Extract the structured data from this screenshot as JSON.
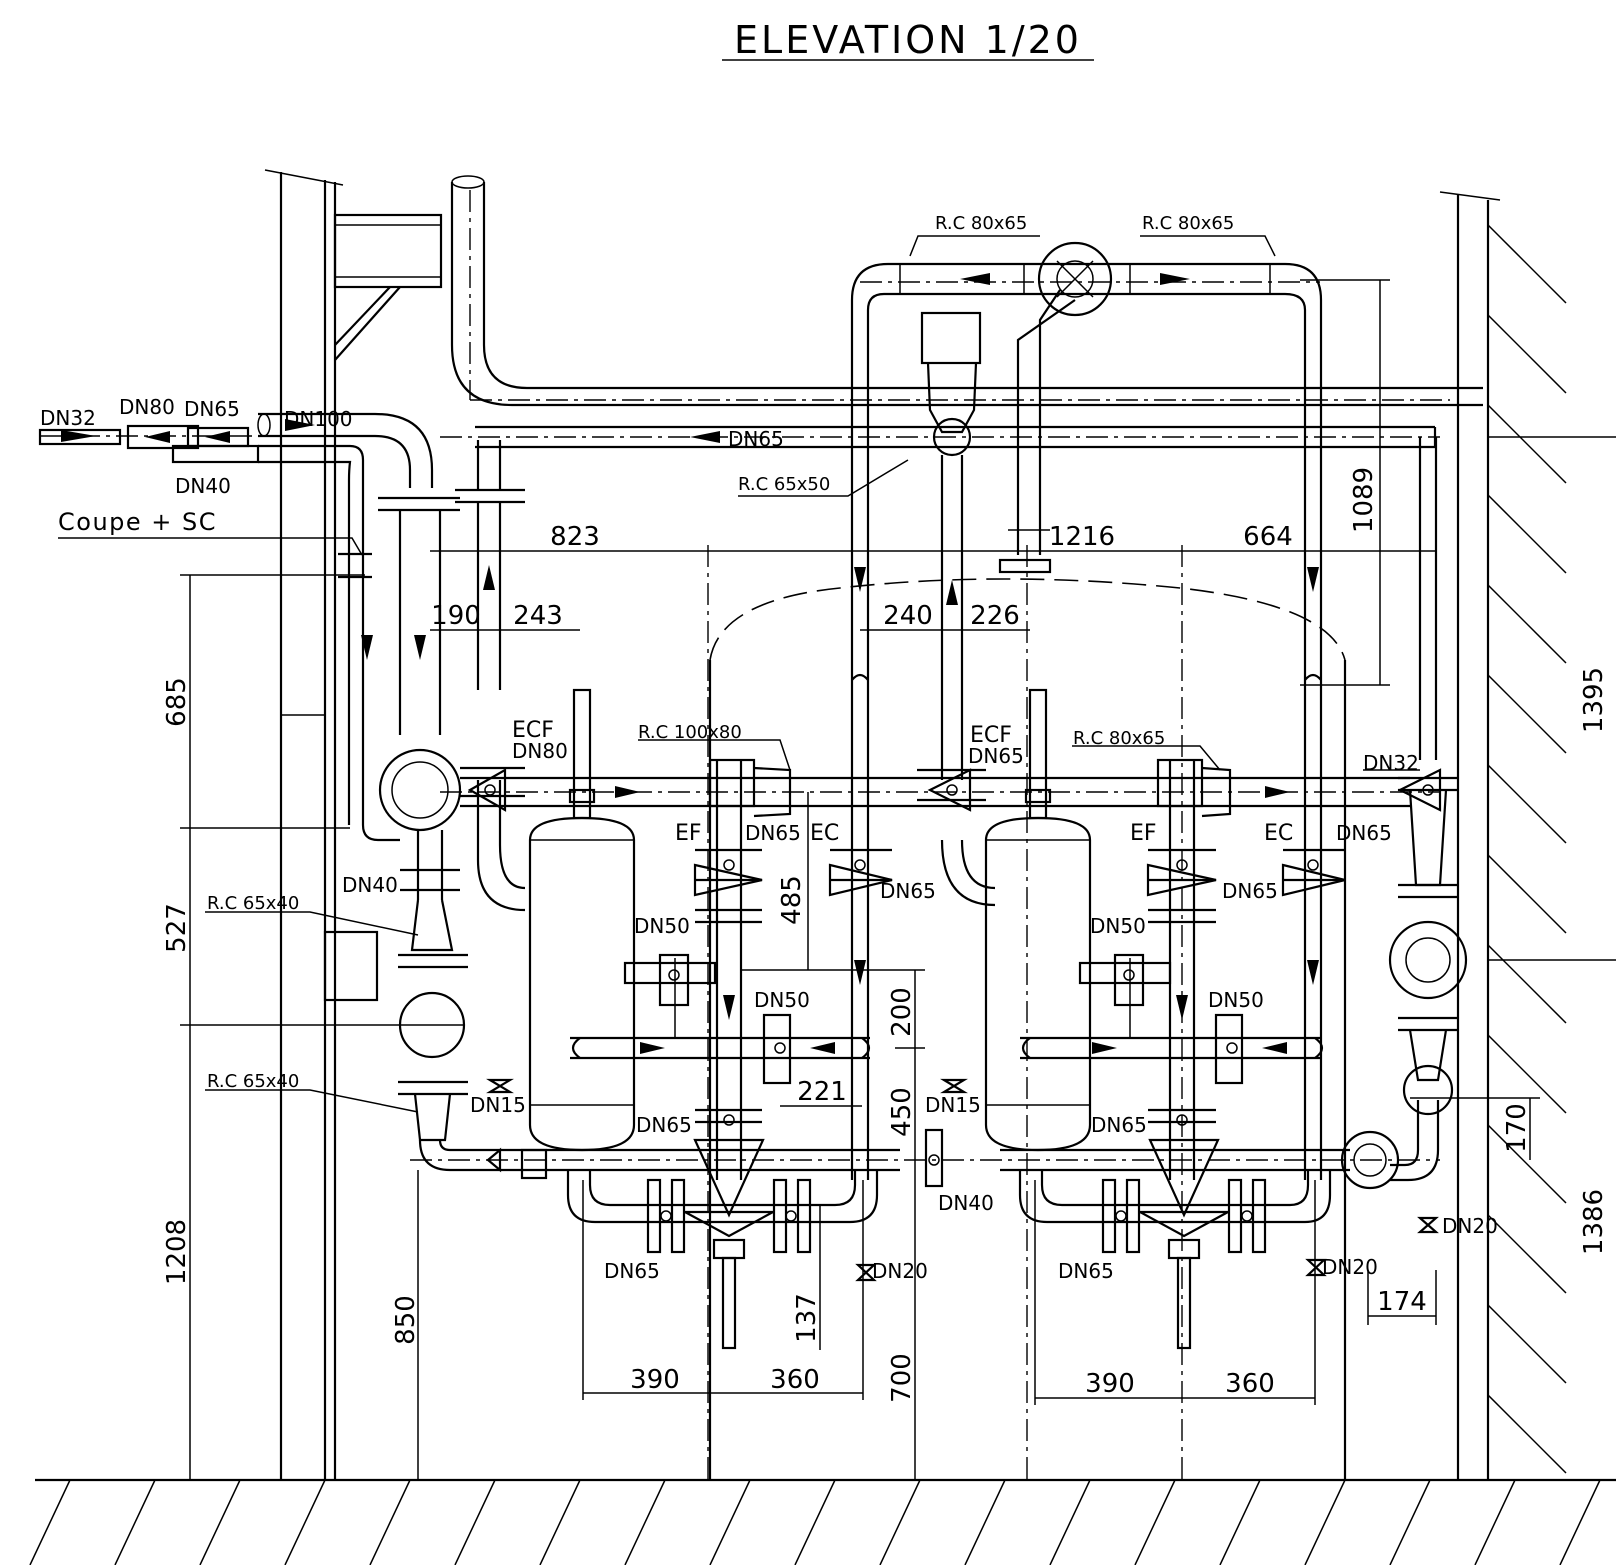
{
  "title": "ELEVATION 1/20",
  "pipe_labels": {
    "dn32_in": "DN32",
    "dn80": "DN80",
    "dn65_top": "DN65",
    "dn100": "DN100",
    "dn40_top": "DN40",
    "dn65_header": "DN65",
    "coupe_sc": "Coupe + SC",
    "rc_80x65_left": "R.C 80x65",
    "rc_80x65_right": "R.C 80x65",
    "rc_65x50": "R.C 65x50",
    "ecf_dn80_a": "ECF",
    "ecf_dn80_b": "DN80",
    "rc_100x80": "R.C 100x80",
    "ecf_dn65_a": "ECF",
    "ecf_dn65_b": "DN65",
    "rc_80x65_mid": "R.C 80x65",
    "dn32_right": "DN32",
    "ef_left": "EF",
    "dn65_ef_left": "DN65",
    "ec_left": "EC",
    "dn65_ec_left": "DN65",
    "ef_right": "EF",
    "ec_right": "EC",
    "dn65_ec_right": "DN65",
    "dn65_ef_right": "DN65",
    "dn40_mid": "DN40",
    "rc_65x40_a": "R.C 65x40",
    "rc_65x40_b": "R.C 65x40",
    "dn50_l1": "DN50",
    "dn50_l2": "DN50",
    "dn50_r1": "DN50",
    "dn50_r2": "DN50",
    "dn15_left": "DN15",
    "dn15_right": "DN15",
    "dn65_low_l": "DN65",
    "dn65_low_r": "DN65",
    "dn40_low": "DN40",
    "dn65_bot_l": "DN65",
    "dn65_bot_r": "DN65",
    "dn20_l": "DN20",
    "dn20_r": "DN20",
    "dn20_far": "DN20"
  },
  "dimensions": {
    "d823": "823",
    "d1216": "1216",
    "d664": "664",
    "d1089": "1089",
    "d190": "190",
    "d243": "243",
    "d240": "240",
    "d226": "226",
    "d685": "685",
    "d527": "527",
    "d1208": "1208",
    "d850": "850",
    "d485": "485",
    "d200": "200",
    "d450": "450",
    "d221": "221",
    "d137": "137",
    "d700": "700",
    "d390_l": "390",
    "d360_l": "360",
    "d390_r": "390",
    "d360_r": "360",
    "d1395": "1395",
    "d1386": "1386",
    "d170": "170",
    "d174": "174"
  }
}
